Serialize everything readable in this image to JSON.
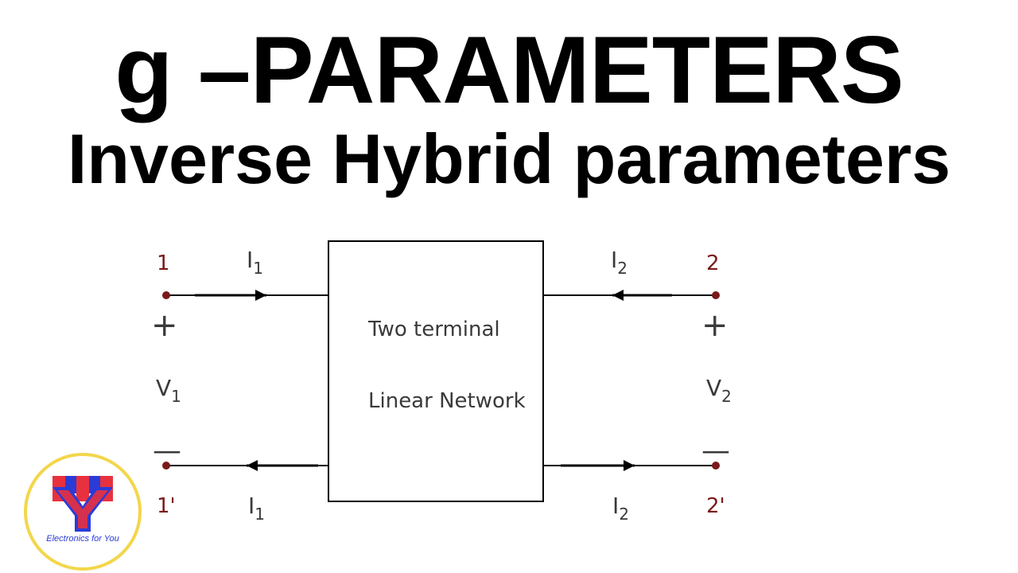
{
  "title": {
    "line1": "g –PARAMETERS",
    "line2": "Inverse Hybrid parameters"
  },
  "diagram": {
    "box_text_line1": "Two terminal",
    "box_text_line2": "Linear Network",
    "port1": {
      "terminal_top": "1",
      "terminal_bottom": "1'",
      "plus": "+",
      "minus": "—",
      "voltage": {
        "base": "V",
        "sub": "1"
      },
      "current_top": {
        "base": "I",
        "sub": "1"
      },
      "current_bottom": {
        "base": "I",
        "sub": "1"
      }
    },
    "port2": {
      "terminal_top": "2",
      "terminal_bottom": "2'",
      "plus": "+",
      "minus": "—",
      "voltage": {
        "base": "V",
        "sub": "2"
      },
      "current_top": {
        "base": "I",
        "sub": "2"
      },
      "current_bottom": {
        "base": "I",
        "sub": "2"
      }
    },
    "colors": {
      "wire": "#000000",
      "terminal_dot": "#7a1a1a",
      "terminal_label": "#7a1a1a",
      "text": "#3a3a3a"
    }
  },
  "logo": {
    "caption": "Electronics for You",
    "colors": {
      "ring": "#f3d64b",
      "blue": "#2b3bd6",
      "red": "#e8313f"
    }
  }
}
